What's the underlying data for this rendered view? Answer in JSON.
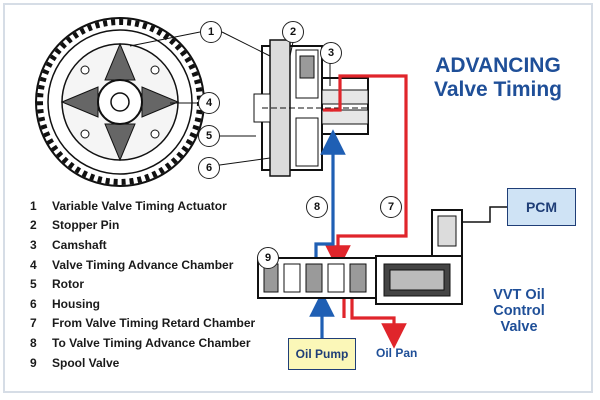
{
  "title": {
    "line1": "ADVANCING",
    "line2": "Valve Timing"
  },
  "legend": [
    {
      "num": "1",
      "text": "Variable Valve Timing Actuator"
    },
    {
      "num": "2",
      "text": "Stopper Pin"
    },
    {
      "num": "3",
      "text": "Camshaft"
    },
    {
      "num": "4",
      "text": "Valve Timing Advance Chamber"
    },
    {
      "num": "5",
      "text": "Rotor"
    },
    {
      "num": "6",
      "text": "Housing"
    },
    {
      "num": "7",
      "text": "From Valve Timing Retard Chamber"
    },
    {
      "num": "8",
      "text": "To Valve Timing Advance Chamber"
    },
    {
      "num": "9",
      "text": "Spool Valve"
    }
  ],
  "callouts": [
    "1",
    "2",
    "3",
    "4",
    "5",
    "6",
    "7",
    "8",
    "9"
  ],
  "labels": {
    "pcm": "PCM",
    "oil_pump": "Oil Pump",
    "oil_pan": "Oil Pan",
    "vvt_line1": "VVT Oil",
    "vvt_line2": "Control",
    "vvt_line3": "Valve"
  },
  "colors": {
    "title": "#1f4f98",
    "advance_flow": "#1f5fb4",
    "retard_flow": "#e0252b",
    "pcm_fill": "#cfe3f5",
    "pump_fill": "#fbf7b8"
  }
}
